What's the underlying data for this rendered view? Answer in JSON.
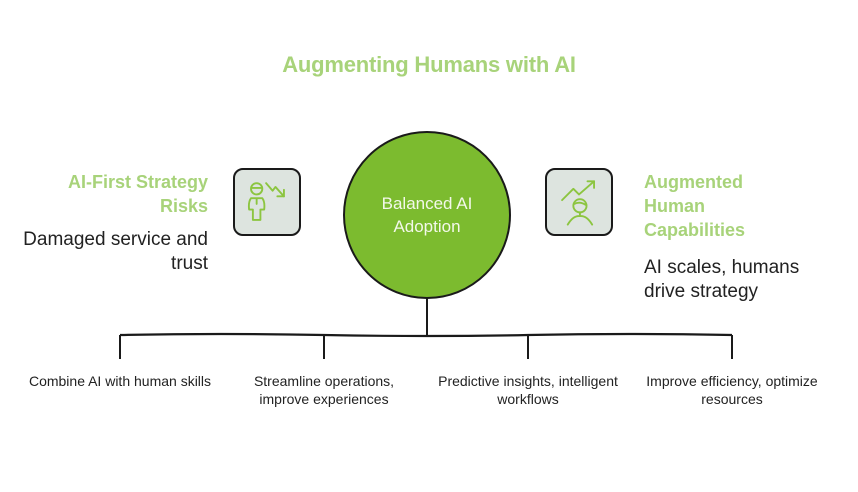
{
  "title": "Augmenting Humans with AI",
  "center": {
    "label": "Balanced AI Adoption",
    "color": "#7cbb2f"
  },
  "left": {
    "heading": "AI-First Strategy Risks",
    "description": "Damaged service and trust",
    "icon": "person-declining-trend-icon"
  },
  "right": {
    "heading": "Augmented Human Capabilities",
    "description": "AI scales, humans drive strategy",
    "icon": "person-rising-trend-icon"
  },
  "branches": [
    {
      "label": "Combine AI with human skills"
    },
    {
      "label": "Streamline operations, improve experiences"
    },
    {
      "label": "Predictive insights, intelligent workflows"
    },
    {
      "label": "Improve efficiency, optimize resources"
    }
  ],
  "colors": {
    "accent_green": "#a8d37a",
    "circle_green": "#7cbb2f",
    "icon_bg": "#dde4df",
    "text_dark": "#222222"
  }
}
